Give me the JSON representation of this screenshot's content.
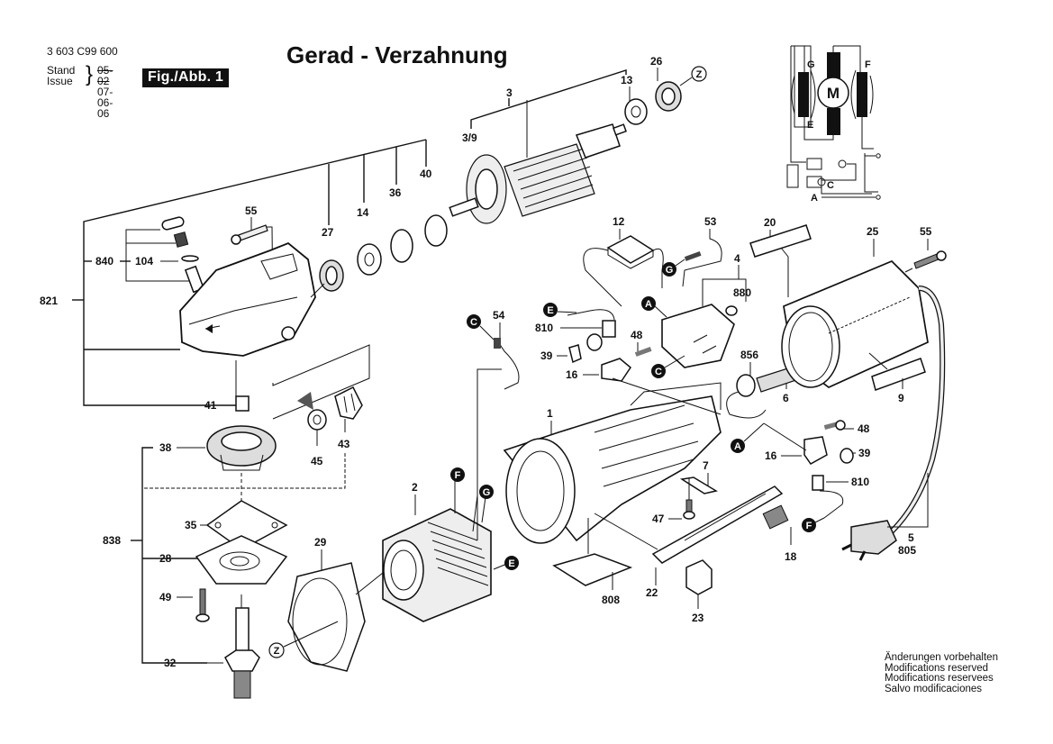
{
  "header": {
    "part_number": "3 603 C99 600",
    "stand_label": "Stand",
    "issue_label": "Issue",
    "stand_old_date": "05-02",
    "issue_date": "07-06-06",
    "figure_badge": "Fig./Abb. 1",
    "title": "Gerad - Verzahnung"
  },
  "footer": {
    "lines": [
      "Änderungen vorbehalten",
      "Modifications reserved",
      "Modifications reservees",
      "Salvo modificaciones"
    ]
  },
  "schematic": {
    "motor_label": "M",
    "terminals": [
      "G",
      "F",
      "E",
      "A",
      "C"
    ]
  },
  "markers": {
    "A": "A",
    "C": "C",
    "E": "E",
    "F": "F",
    "G": "G",
    "Z": "Z"
  },
  "parts": {
    "p1": "1",
    "p2": "2",
    "p3": "3",
    "p3_9": "3/9",
    "p4": "4",
    "p5": "5",
    "p6": "6",
    "p7": "7",
    "p9": "9",
    "p12": "12",
    "p13": "13",
    "p14": "14",
    "p16a": "16",
    "p16b": "16",
    "p18": "18",
    "p20": "20",
    "p22": "22",
    "p23": "23",
    "p25": "25",
    "p26": "26",
    "p27": "27",
    "p28": "28",
    "p29": "29",
    "p32": "32",
    "p35": "35",
    "p36": "36",
    "p38": "38",
    "p39a": "39",
    "p39b": "39",
    "p40": "40",
    "p41": "41",
    "p43": "43",
    "p45": "45",
    "p47": "47",
    "p48a": "48",
    "p48b": "48",
    "p49": "49",
    "p53": "53",
    "p54": "54",
    "p55a": "55",
    "p55b": "55",
    "p104": "104",
    "p805": "805",
    "p808": "808",
    "p810a": "810",
    "p810b": "810",
    "p821": "821",
    "p838": "838",
    "p840": "840",
    "p856": "856",
    "p880": "880"
  }
}
